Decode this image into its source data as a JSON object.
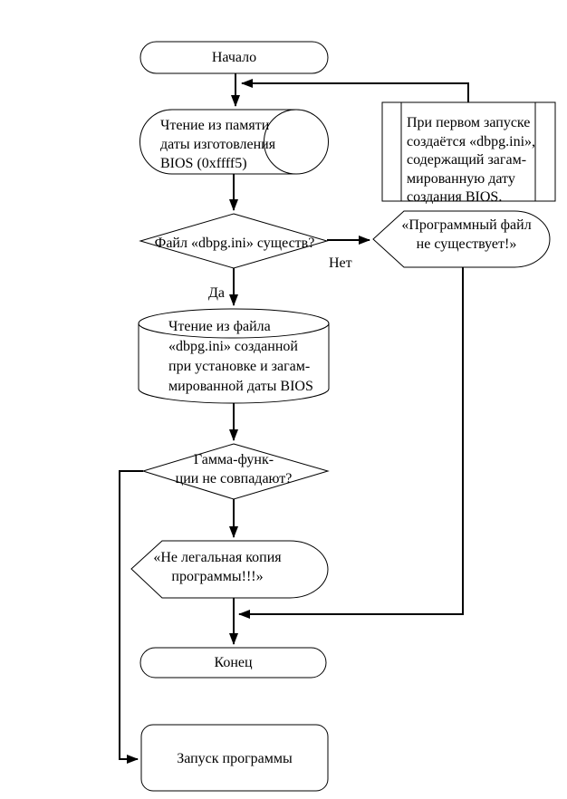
{
  "flowchart": {
    "start": {
      "label": "Начало"
    },
    "read_bios_memory": {
      "lines": [
        "Чтение из памяти",
        "даты изготовления",
        "BIOS (0xffff5)"
      ]
    },
    "first_run_note": {
      "lines": [
        "При первом запуске",
        "создаётся «dbpg.ini»,",
        "содержащий загам-",
        "мированную дату",
        "создания BIOS."
      ]
    },
    "file_exists_decision": {
      "label": "Файл «dbpg.ini» существ?",
      "no_label": "Нет",
      "yes_label": "Да"
    },
    "file_missing_display": {
      "lines": [
        "«Программный файл",
        "не существует!»"
      ]
    },
    "read_ini_file": {
      "lines": [
        "Чтение из файла",
        "«dbpg.ini» созданной",
        "при установке и загам-",
        "мированной даты BIOS"
      ]
    },
    "gamma_decision": {
      "lines": [
        "Гамма-функ-",
        "ции не совпадают?"
      ]
    },
    "illegal_copy_display": {
      "lines": [
        "«Не легальная копия",
        "программы!!!»"
      ]
    },
    "end": {
      "label": "Конец"
    },
    "run_program": {
      "label": "Запуск программы"
    },
    "colors": {
      "line": "#000000",
      "fill": "#ffffff",
      "background": "#ffffff",
      "text": "#000000"
    }
  }
}
